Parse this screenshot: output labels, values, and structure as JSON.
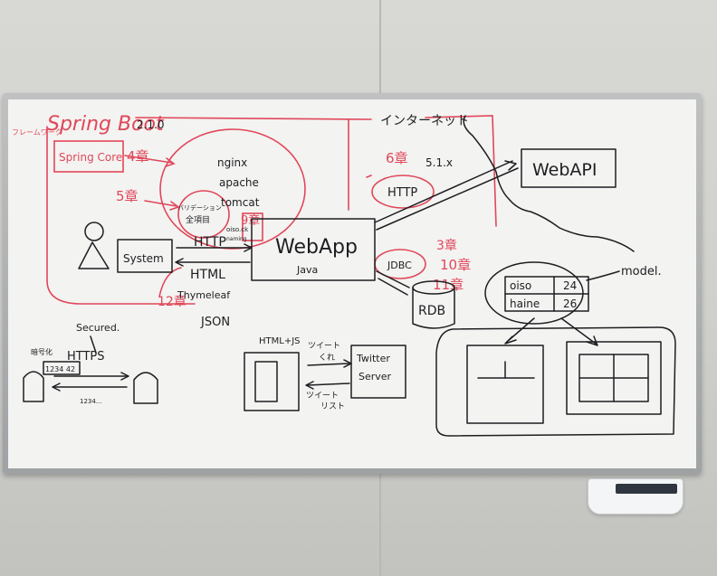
{
  "whiteboard": {
    "framework_label": "フレームワーク",
    "spring_boot": "Spring Boot",
    "version": "2.1.0",
    "spring_core": "Spring Core",
    "ch4": "4章",
    "ch5": "5章",
    "validation": "バリデーション",
    "full_check": "全項目",
    "nginx": "nginx",
    "apache": "apache",
    "tomcat": "tomcat",
    "oiso_label": "oiso.ck",
    "naming": "naming",
    "ch9": "9章",
    "webapp": "WebApp",
    "java": "Java",
    "system": "System",
    "http_req": "HTTP",
    "html_res": "HTML",
    "thymeleaf": "Thymeleaf",
    "ch12": "12章",
    "json": "JSON",
    "internet": "インターネット",
    "ch6": "6章",
    "v51x": "5.1.x",
    "http_bubble": "HTTP",
    "webapi": "WebAPI",
    "ch3": "3章",
    "ch10": "10章",
    "ch11": "11章",
    "jdbc": "JDBC",
    "rdb": "RDB",
    "model": "model.",
    "table_rows": [
      {
        "name": "oiso",
        "value": "24"
      },
      {
        "name": "haine",
        "value": "26"
      }
    ],
    "secured": "Secured.",
    "encrypt": "暗号化",
    "https": "HTTPS",
    "cipher": "1234 42",
    "plain": "1234...",
    "html_js": "HTML+JS",
    "tweet": "ツイート",
    "give_me": "くれ",
    "twitter": "Twitter",
    "server": "Server",
    "tweet_list_1": "ツイート",
    "tweet_list_2": "リスト"
  }
}
